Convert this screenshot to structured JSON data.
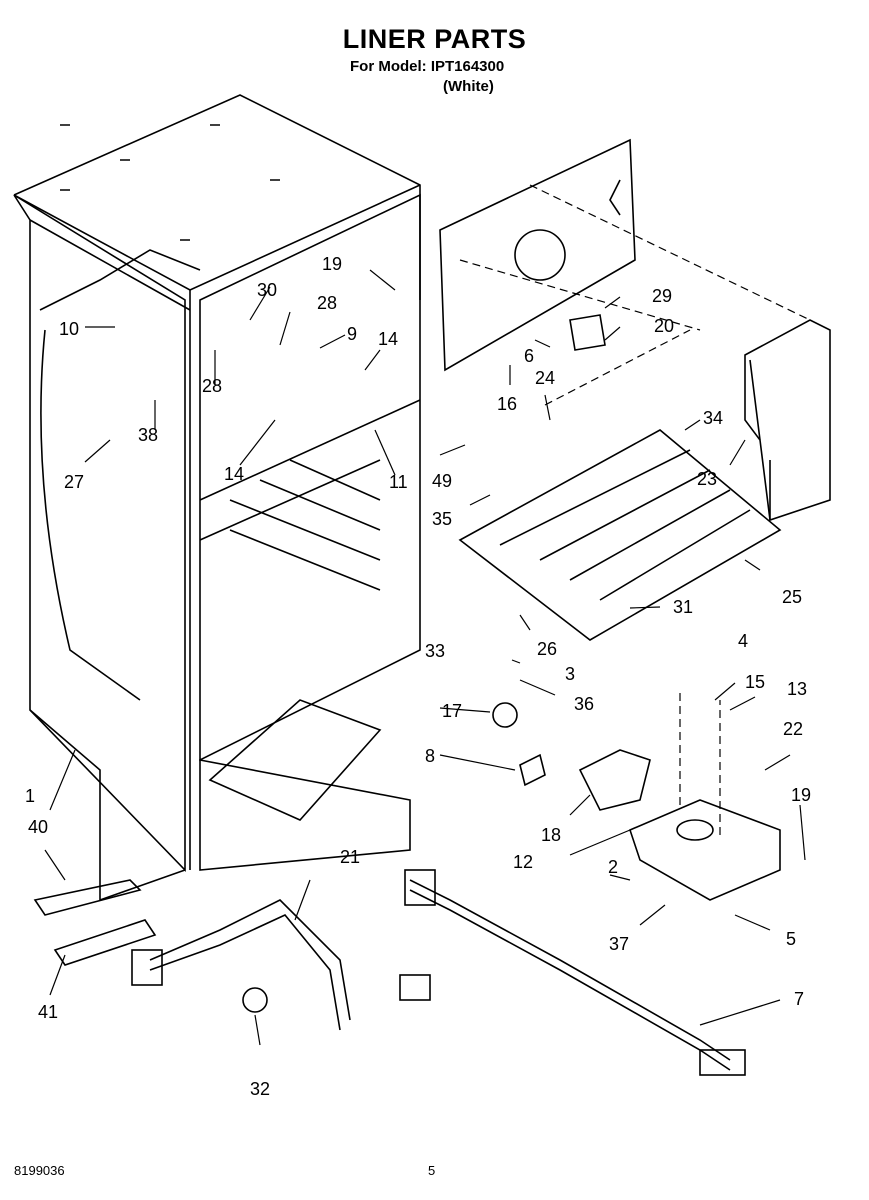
{
  "header": {
    "title": "LINER PARTS",
    "model_line": "For Model: IPT164300",
    "color_line": "(White)"
  },
  "footer": {
    "doc_number": "8199036",
    "page_number": "5"
  },
  "callouts": [
    {
      "id": "c1",
      "label": "1"
    },
    {
      "id": "c2",
      "label": "2"
    },
    {
      "id": "c3",
      "label": "3"
    },
    {
      "id": "c4",
      "label": "4"
    },
    {
      "id": "c5",
      "label": "5"
    },
    {
      "id": "c6",
      "label": "6"
    },
    {
      "id": "c7",
      "label": "7"
    },
    {
      "id": "c8",
      "label": "8"
    },
    {
      "id": "c9",
      "label": "9"
    },
    {
      "id": "c10",
      "label": "10"
    },
    {
      "id": "c11",
      "label": "11"
    },
    {
      "id": "c12",
      "label": "12"
    },
    {
      "id": "c13",
      "label": "13"
    },
    {
      "id": "c14a",
      "label": "14"
    },
    {
      "id": "c14b",
      "label": "14"
    },
    {
      "id": "c15",
      "label": "15"
    },
    {
      "id": "c16",
      "label": "16"
    },
    {
      "id": "c17",
      "label": "17"
    },
    {
      "id": "c18",
      "label": "18"
    },
    {
      "id": "c19a",
      "label": "19"
    },
    {
      "id": "c19b",
      "label": "19"
    },
    {
      "id": "c20",
      "label": "20"
    },
    {
      "id": "c21",
      "label": "21"
    },
    {
      "id": "c22",
      "label": "22"
    },
    {
      "id": "c23",
      "label": "23"
    },
    {
      "id": "c24",
      "label": "24"
    },
    {
      "id": "c25",
      "label": "25"
    },
    {
      "id": "c26",
      "label": "26"
    },
    {
      "id": "c27",
      "label": "27"
    },
    {
      "id": "c28a",
      "label": "28"
    },
    {
      "id": "c28b",
      "label": "28"
    },
    {
      "id": "c29",
      "label": "29"
    },
    {
      "id": "c30",
      "label": "30"
    },
    {
      "id": "c31",
      "label": "31"
    },
    {
      "id": "c32",
      "label": "32"
    },
    {
      "id": "c33",
      "label": "33"
    },
    {
      "id": "c34",
      "label": "34"
    },
    {
      "id": "c35",
      "label": "35"
    },
    {
      "id": "c36",
      "label": "36"
    },
    {
      "id": "c37",
      "label": "37"
    },
    {
      "id": "c38",
      "label": "38"
    },
    {
      "id": "c40",
      "label": "40"
    },
    {
      "id": "c41",
      "label": "41"
    },
    {
      "id": "c49",
      "label": "49"
    }
  ]
}
